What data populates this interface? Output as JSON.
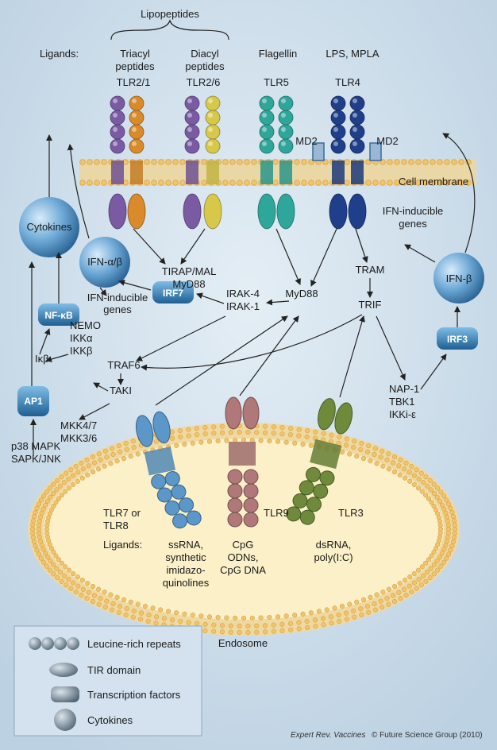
{
  "ligands_header": "Lipopeptides",
  "ligands_label": "Ligands:",
  "ligands": {
    "triacyl": "Triacyl",
    "triacyl_2": "peptides",
    "diacyl": "Diacyl",
    "diacyl_2": "peptides",
    "flagellin": "Flagellin",
    "lps": "LPS, MPLA"
  },
  "receptors": {
    "tlr21": "TLR2/1",
    "tlr26": "TLR2/6",
    "tlr5": "TLR5",
    "tlr4": "TLR4",
    "md2_left": "MD2",
    "md2_right": "MD2"
  },
  "membrane": {
    "cell": "Cell membrane"
  },
  "nodes": {
    "cytokines": "Cytokines",
    "ifn_ab": "IFN-α/β",
    "ifn_inducible_left_1": "IFN-inducible",
    "ifn_inducible_left_2": "genes",
    "ifn_inducible_right_1": "IFN-inducible",
    "ifn_inducible_right_2": "genes",
    "tirap": "TIRAP/MAL",
    "myd88_top": "MyD88",
    "irak4": "IRAK-4",
    "irak1": "IRAK-1",
    "irf7": "IRF7",
    "nfkb": "NF-κB",
    "myd88": "MyD88",
    "tram": "TRAM",
    "trif": "TRIF",
    "ifnb": "IFN-β",
    "irf3": "IRF3",
    "nemo": "NEMO",
    "ikka": "IKKα",
    "ikkb": "IKKβ",
    "ikb": "Iκβ",
    "traf6": "TRAF6",
    "taki": "TAKI",
    "ap1": "AP1",
    "mkk47": "MKK4/7",
    "mkk36": "MKK3/6",
    "p38": "p38 MAPK",
    "sapk": "SAPK/JNK",
    "nap1": "NAP-1",
    "tbk1": "TBK1",
    "ikki": "IKKi-ε"
  },
  "endosome": {
    "tlr78_1": "TLR7 or",
    "tlr78_2": "TLR8",
    "tlr9": "TLR9",
    "tlr3": "TLR3",
    "ligands_label": "Ligands:",
    "ss_1": "ssRNA,",
    "ss_2": "synthetic",
    "ss_3": "imidazo-",
    "ss_4": "quinolines",
    "cpg_1": "CpG",
    "cpg_2": "ODNs,",
    "cpg_3": "CpG DNA",
    "ds_1": "dsRNA,",
    "ds_2": "poly(I:C)",
    "endosome_label": "Endosome"
  },
  "legend": {
    "lrr": "Leucine-rich repeats",
    "tir": "TIR domain",
    "tf": "Transcription factors",
    "cyto": "Cytokines"
  },
  "credit": {
    "journal": "Expert Rev. Vaccines",
    "rest": "© Future Science Group (2010)"
  },
  "colors": {
    "background": "#c9dbe8",
    "membrane": "#f2d79a",
    "endosome": "#fbf0c8",
    "tlr1": "#7a5aa3",
    "tlr2b": "#d98a2a",
    "tlr6": "#d8c84a",
    "tlr5": "#2ea79a",
    "tlr4": "#1f3f8a",
    "tlr7": "#5b97c9",
    "tlr9": "#b07878",
    "tlr3": "#6f8a3a",
    "node_blue": "#3f8fc2"
  }
}
